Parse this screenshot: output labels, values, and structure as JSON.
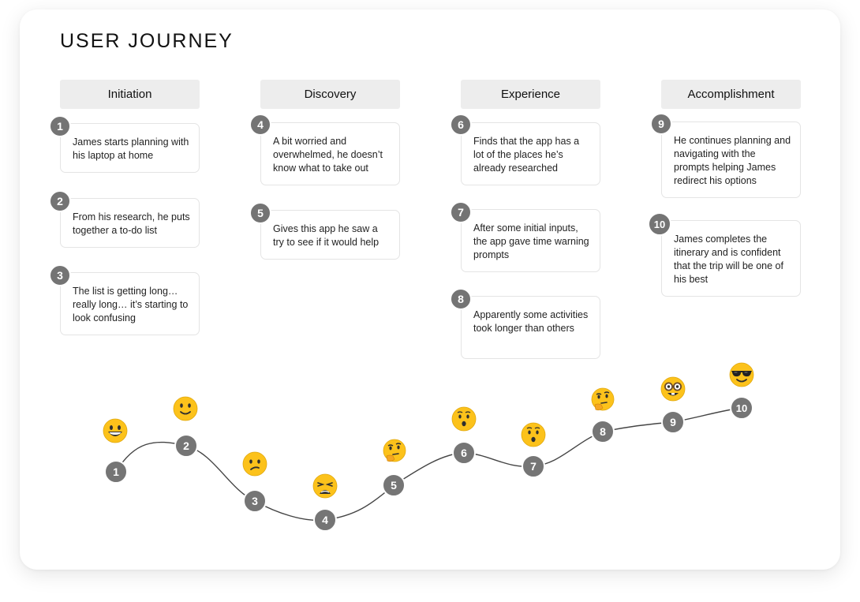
{
  "title": "USER JOURNEY",
  "phases": [
    "Initiation",
    "Discovery",
    "Experience",
    "Accomplishment"
  ],
  "steps": [
    {
      "number": "1",
      "text": "James starts planning with his laptop at home"
    },
    {
      "number": "2",
      "text": "From his research, he puts together a to-do list"
    },
    {
      "number": "3",
      "text": "The list is getting long… really long… it’s starting to look confusing"
    },
    {
      "number": "4",
      "text": "A bit worried and overwhelmed, he doesn’t know what to take out"
    },
    {
      "number": "5",
      "text": "Gives this app he saw a try to see if it would help"
    },
    {
      "number": "6",
      "text": "Finds that the app has a lot of the places he’s already researched"
    },
    {
      "number": "7",
      "text": "After some initial inputs, the app gave time warning prompts"
    },
    {
      "number": "8",
      "text": "Apparently some activities took longer than others"
    },
    {
      "number": "9",
      "text": "He continues planning and navigating with the prompts helping James redirect his options"
    },
    {
      "number": "10",
      "text": "James completes the itinerary and is confident that the trip will be one of his best"
    }
  ],
  "emotion_curve": {
    "points": [
      "1",
      "2",
      "3",
      "4",
      "5",
      "6",
      "7",
      "8",
      "9",
      "10"
    ],
    "emojis": [
      "grinning-face",
      "slightly-smiling-face",
      "confused-face",
      "weary-face",
      "thinking-face",
      "hushed-face",
      "hushed-face",
      "thinking-face",
      "nerd-face",
      "sunglasses-face"
    ]
  },
  "colors": {
    "badge": "#757575",
    "phase_bg": "#ededed",
    "emoji_yellow": "#fcc21b",
    "curve": "#444444"
  }
}
